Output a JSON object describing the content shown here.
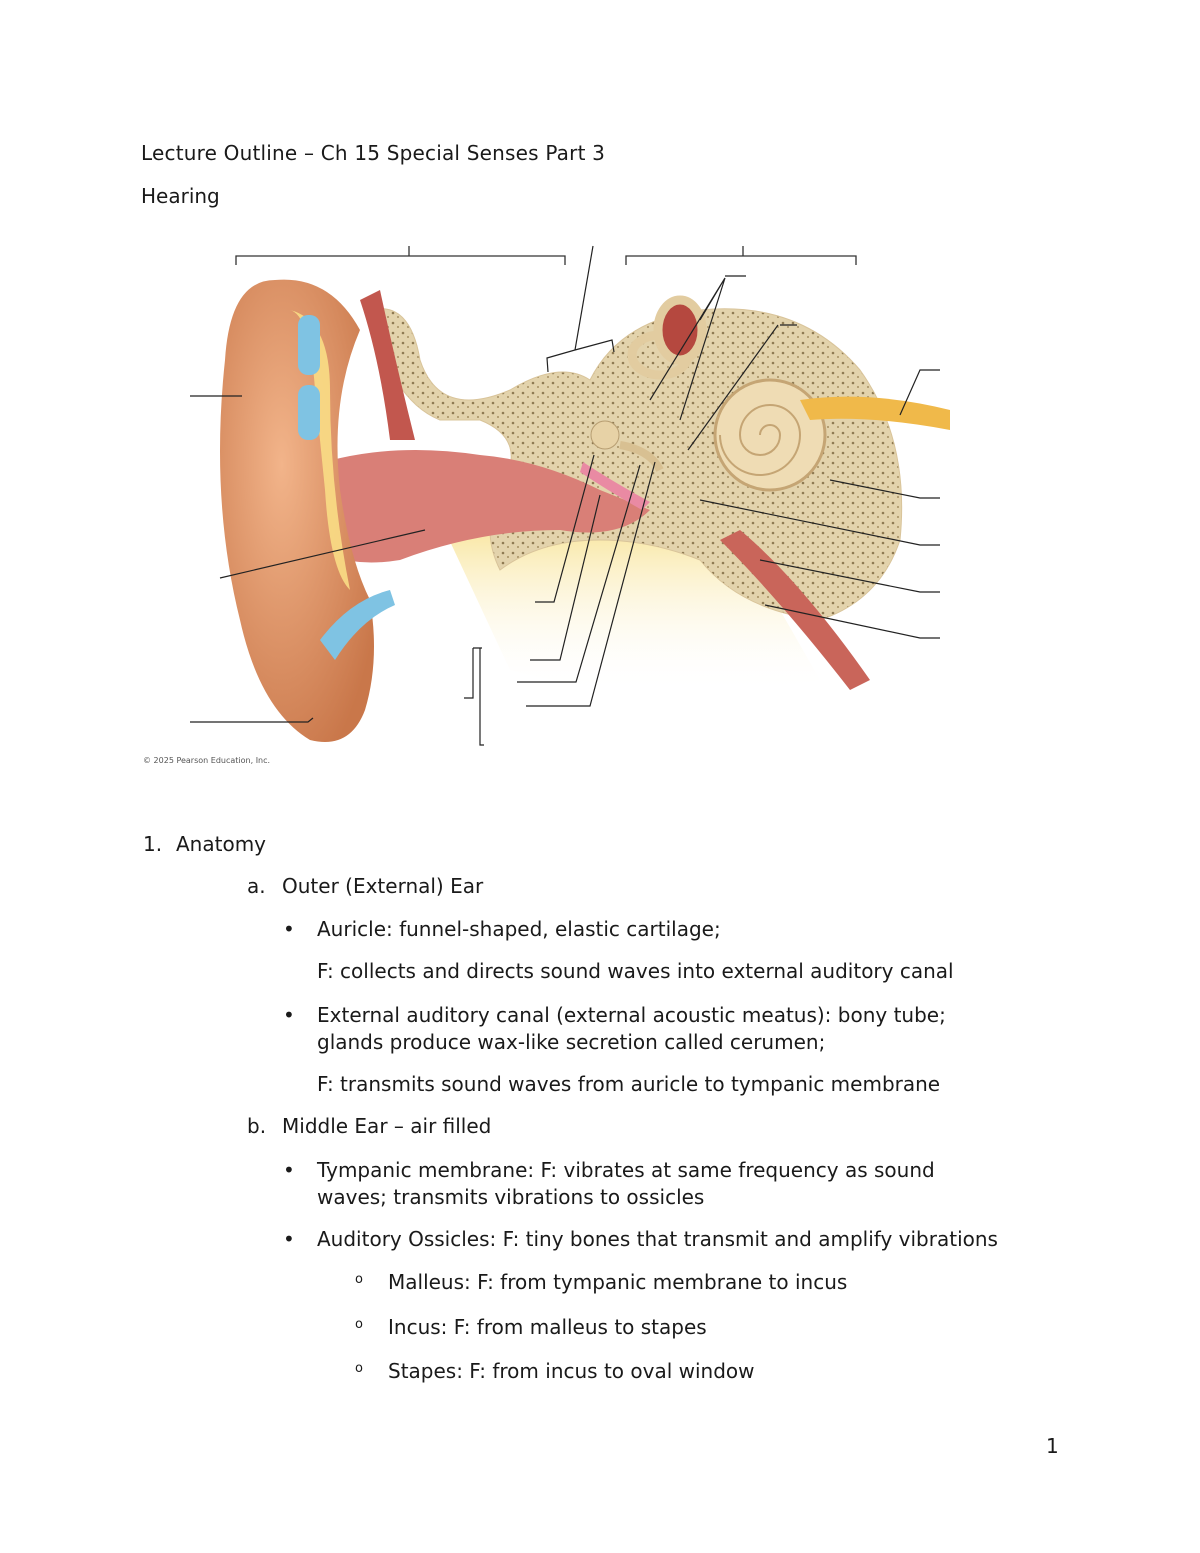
{
  "document": {
    "title": "Lecture Outline – Ch 15 Special Senses Part 3",
    "subtitle": "Hearing",
    "figure": {
      "description": "Cross-section diagram of the human ear (outer, middle, inner ear) with unlabeled leader lines",
      "credit": "© 2025 Pearson Education, Inc."
    },
    "outline": {
      "section_1": {
        "marker": "1.",
        "label": "Anatomy"
      },
      "a": {
        "marker": "a.",
        "label": "Outer (External) Ear",
        "bullets": [
          {
            "marker": "•",
            "text": "Auricle: funnel-shaped, elastic cartilage;",
            "function": "F: collects and directs sound waves into external auditory canal"
          },
          {
            "marker": "•",
            "text_line1": "External auditory canal (external acoustic meatus): bony tube;",
            "text_line2": "glands produce wax-like secretion called cerumen;",
            "function": "F: transmits sound waves from auricle to tympanic membrane"
          }
        ]
      },
      "b": {
        "marker": "b.",
        "label": "Middle Ear – air filled",
        "bullets": [
          {
            "marker": "•",
            "text_line1": "Tympanic membrane: F: vibrates at same frequency as sound",
            "text_line2": "waves; transmits vibrations to ossicles"
          },
          {
            "marker": "•",
            "text": "Auditory Ossicles: F: tiny bones that transmit and amplify vibrations",
            "subitems": [
              {
                "marker": "o",
                "text": "Malleus: F: from tympanic membrane to incus"
              },
              {
                "marker": "o",
                "text": "Incus: F: from malleus to stapes"
              },
              {
                "marker": "o",
                "text": "Stapes: F: from incus to oval window"
              }
            ]
          }
        ]
      }
    },
    "page_number": "1"
  }
}
